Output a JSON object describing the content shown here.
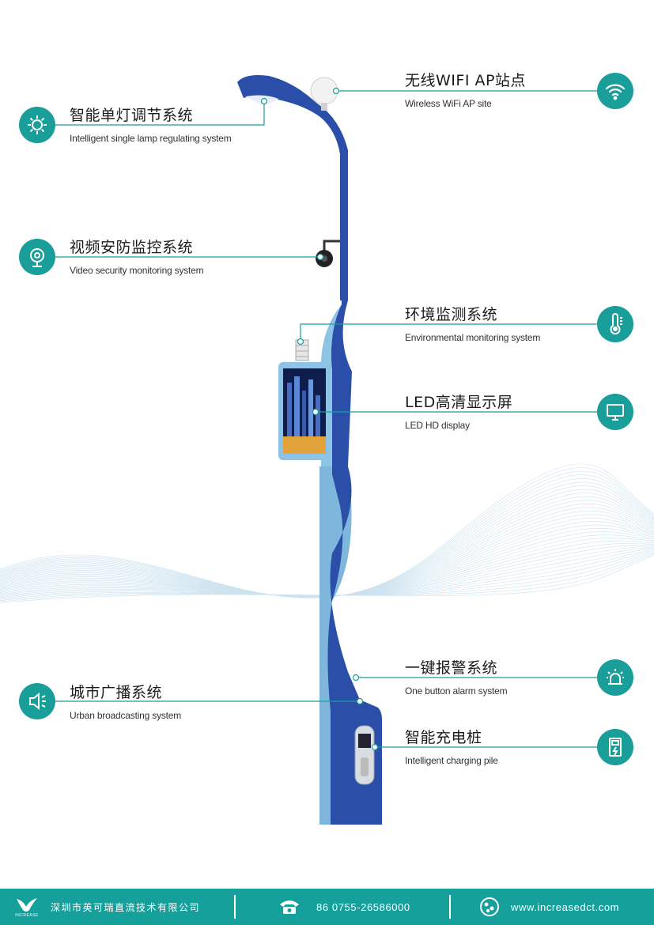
{
  "features": [
    {
      "id": "lamp",
      "cn": "智能单灯调节系统",
      "en": "Intelligent single lamp regulating system",
      "icon": "sun-gear-icon"
    },
    {
      "id": "video",
      "cn": "视频安防监控系统",
      "en": "Video security monitoring system",
      "icon": "webcam-icon"
    },
    {
      "id": "broadcast",
      "cn": "城市广播系统",
      "en": "Urban broadcasting system",
      "icon": "speaker-icon"
    },
    {
      "id": "wifi",
      "cn": "无线WIFI AP站点",
      "en": "Wireless WiFi AP site",
      "icon": "wifi-icon"
    },
    {
      "id": "env",
      "cn": "环境监测系统",
      "en": "Environmental monitoring system",
      "icon": "thermometer-icon"
    },
    {
      "id": "led",
      "cn": "LED高清显示屏",
      "en": "LED HD display",
      "icon": "monitor-icon"
    },
    {
      "id": "alarm",
      "cn": "一键报警系统",
      "en": "One button alarm system",
      "icon": "alarm-light-icon"
    },
    {
      "id": "charging",
      "cn": "智能充电桩",
      "en": "Intelligent charging pile",
      "icon": "charging-station-icon"
    }
  ],
  "footer": {
    "logo_text": "INCREASE",
    "company": "深圳市英可瑞直流技术有限公司",
    "phone": "86 0755-26586000",
    "website": "www.increasedct.com"
  },
  "colors": {
    "accent": "#1a9e9a",
    "pole_blue": "#2b4fa8",
    "pole_light": "#7fb6dc"
  }
}
